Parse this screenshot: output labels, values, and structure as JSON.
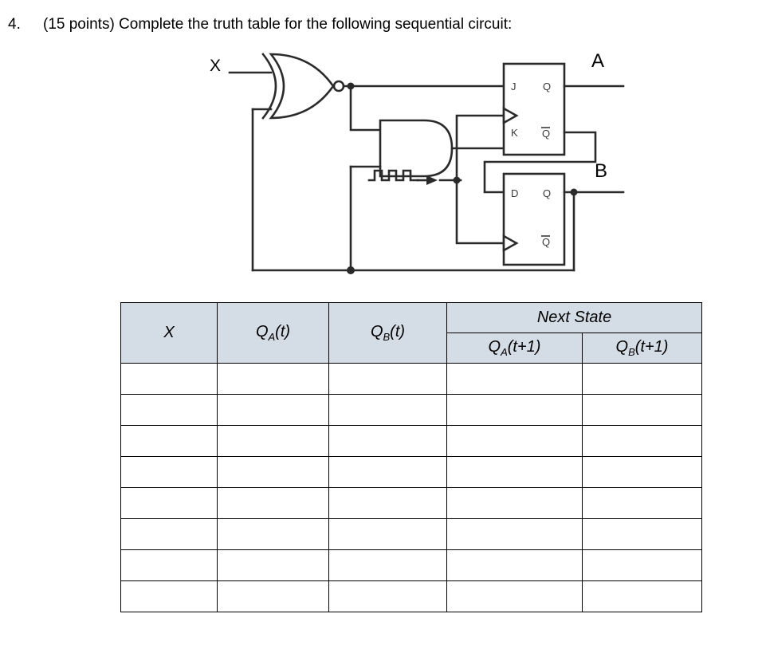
{
  "question": {
    "number": "4.",
    "text": "(15 points) Complete the truth table for the following sequential circuit:"
  },
  "circuit": {
    "input_label": "X",
    "output_a_label": "A",
    "output_b_label": "B",
    "gates": [
      {
        "name": "xnor-gate",
        "type": "XNOR",
        "inputs": [
          "X",
          "Q_B"
        ],
        "output": "to J and AND gate"
      },
      {
        "name": "and-gate",
        "type": "AND",
        "inputs": [
          "xnor-output",
          "Q_B"
        ],
        "output": "to K"
      }
    ],
    "flipflops": [
      {
        "name": "jk-flipflop",
        "type": "JK",
        "input_labels": [
          "J",
          "K"
        ],
        "output_labels": [
          "Q",
          "Q̅"
        ],
        "clock": "edge-triggered",
        "output_signal": "A"
      },
      {
        "name": "d-flipflop",
        "type": "D",
        "input_labels": [
          "D"
        ],
        "output_labels": [
          "Q",
          "Q̅"
        ],
        "clock": "edge-triggered",
        "output_signal": "B"
      }
    ],
    "clock_symbol": "square-wave",
    "line_color": "#2a2a2a"
  },
  "truth_table": {
    "headers": {
      "x": "X",
      "qa_t": {
        "base": "Q",
        "sub": "A",
        "suffix": "(t)"
      },
      "qb_t": {
        "base": "Q",
        "sub": "B",
        "suffix": "(t)"
      },
      "next_state": "Next State",
      "qa_t1": {
        "base": "Q",
        "sub": "A",
        "suffix": "(t+1)"
      },
      "qb_t1": {
        "base": "Q",
        "sub": "B",
        "suffix": "(t+1)"
      }
    },
    "header_background": "#d4dce5",
    "border_color": "#000000",
    "row_count": 8,
    "rows": [
      [
        "",
        "",
        "",
        "",
        ""
      ],
      [
        "",
        "",
        "",
        "",
        ""
      ],
      [
        "",
        "",
        "",
        "",
        ""
      ],
      [
        "",
        "",
        "",
        "",
        ""
      ],
      [
        "",
        "",
        "",
        "",
        ""
      ],
      [
        "",
        "",
        "",
        "",
        ""
      ],
      [
        "",
        "",
        "",
        "",
        ""
      ],
      [
        "",
        "",
        "",
        "",
        ""
      ]
    ]
  }
}
